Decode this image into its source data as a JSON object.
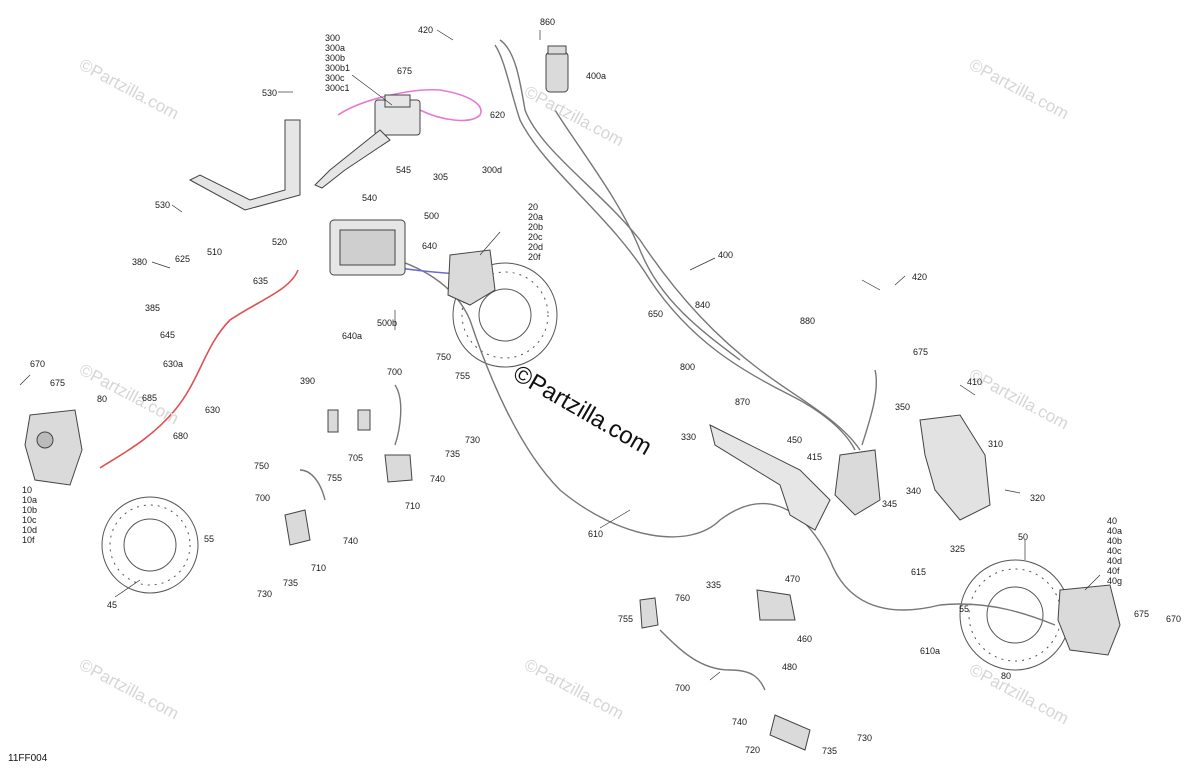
{
  "diagram_code": "11FF004",
  "brand_watermark": "©Partzilla.com",
  "faint_watermark": "©Partzilla.com",
  "callouts": {
    "c300": "300\n300a\n300b\n300b1\n300c\n300c1",
    "c420a": "420",
    "c860": "860",
    "c400a": "400a",
    "c675a": "675",
    "c620": "620",
    "c530a": "530",
    "c545": "545",
    "c305": "305",
    "c300d": "300d",
    "c540": "540",
    "c530b": "530",
    "c510": "510",
    "c520": "520",
    "c500": "500",
    "c20": "20\n20a\n20b\n20c\n20d\n20f",
    "c640": "640",
    "c380": "380",
    "c625": "625",
    "c635": "635",
    "c385": "385",
    "c645": "645",
    "c640a": "640a",
    "c500b": "500b",
    "c630a": "630a",
    "c390": "390",
    "c400": "400",
    "c420b": "420",
    "c650": "650",
    "c840": "840",
    "c880": "880",
    "c800": "800",
    "c675b": "675",
    "c670a": "670",
    "c675c": "675",
    "c80a": "80",
    "c685": "685",
    "c630": "630",
    "c680": "680",
    "c750a": "750",
    "c700a": "700",
    "c755a": "755",
    "c410": "410",
    "c870": "870",
    "c350": "350",
    "c730a": "730",
    "c705": "705",
    "c735a": "735",
    "c450": "450",
    "c310": "310",
    "c330": "330",
    "c10": "10\n10a\n10b\n10c\n10d\n10f",
    "c750b": "750",
    "c740a": "740",
    "c415": "415",
    "c755b": "755",
    "c710a": "710",
    "c700b": "700",
    "c340": "340",
    "c345": "345",
    "c320": "320",
    "c55a": "55",
    "c740b": "740",
    "c610": "610",
    "c325": "325",
    "c40": "40\n40a\n40b\n40c\n40d\n40f\n40g",
    "c50": "50",
    "c710b": "710",
    "c735b": "735",
    "c335": "335",
    "c470": "470",
    "c45": "45",
    "c730b": "730",
    "c615": "615",
    "c760": "760",
    "c755c": "755",
    "c460": "460",
    "c55b": "55",
    "c675d": "675",
    "c670b": "670",
    "c610a": "610a",
    "c480": "480",
    "c80b": "80",
    "c700c": "700",
    "c740c": "740",
    "c730c": "730",
    "c720": "720",
    "c735c": "735"
  }
}
